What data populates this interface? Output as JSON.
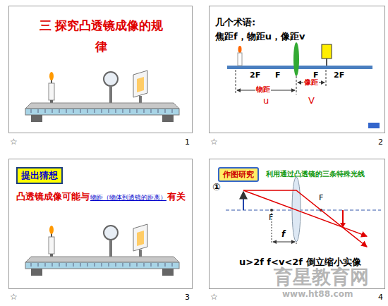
{
  "diagram": {
    "nodes": [
      {
        "text": [
          "三 探究凸透镜成像的规律"
        ]
      },
      {
        "text": [
          "几个术语:",
          "焦距f，物距u，像距v"
        ]
      },
      {
        "text": [
          "凸透镜成像可能与",
          "物距（物体到透镜的距离）",
          "有关"
        ]
      },
      {
        "text": [
          "提出猜想"
        ],
        "in": 2
      },
      {
        "text": [
          "利用通过凸透镜的三条特殊光线",
          "u>2f  f<v<2f  倒立缩小实像"
        ]
      },
      {
        "text": [
          "作图研究"
        ],
        "in": 4
      }
    ],
    "edges": [],
    "labels": [
      "1",
      "☆",
      "2",
      "☆",
      "3",
      "☆",
      "4",
      "☆",
      "2F",
      "F",
      "F",
      "2F",
      "物距",
      "像距",
      "u",
      "V",
      "①",
      "F",
      "F",
      "f",
      "育星教育网",
      "www.ht88.com"
    ]
  }
}
